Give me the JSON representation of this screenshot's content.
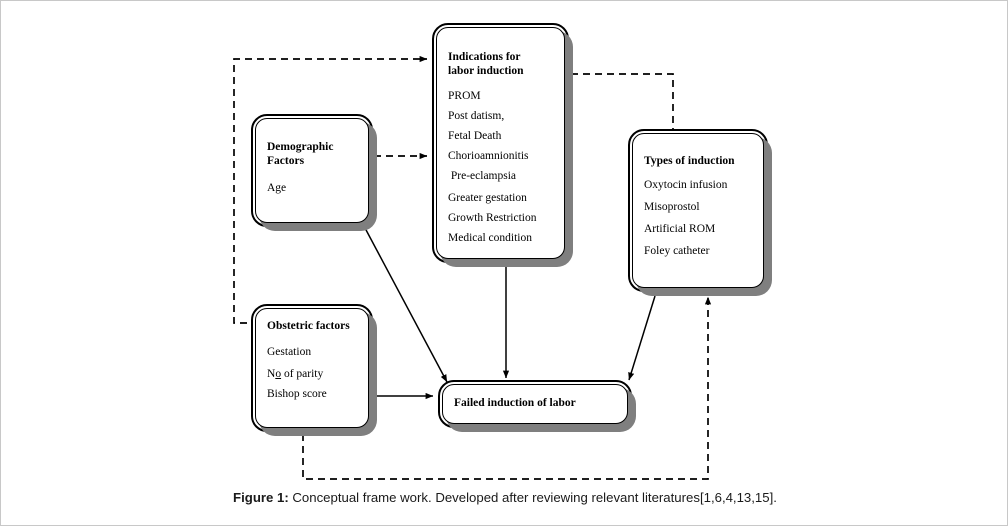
{
  "figure": {
    "caption_label": "Figure 1:",
    "caption_text": " Conceptual frame work. Developed after reviewing relevant literatures[1,6,4,13,15]."
  },
  "nodes": {
    "indications": {
      "title": "Indications for\nlabor induction",
      "items": [
        "PROM",
        "Post datism,",
        "Fetal Death",
        "Chorioamnionitis",
        " Pre-eclampsia",
        "Greater gestation",
        "Growth Restriction",
        "Medical condition"
      ]
    },
    "demographic": {
      "title": "Demographic\nFactors",
      "items": [
        "Age"
      ]
    },
    "types": {
      "title": "Types of induction",
      "items": [
        "Oxytocin infusion",
        "Misoprostol",
        "Artificial ROM",
        "Foley catheter"
      ]
    },
    "obstetric": {
      "title": "Obstetric factors",
      "items_pre": [
        "Gestation"
      ],
      "parity_prefix": "N",
      "parity_underline": "o",
      "parity_suffix": " of parity",
      "items_post": [
        "Bishop score"
      ]
    },
    "failed": {
      "title": "Failed induction of labor"
    }
  },
  "colors": {
    "stroke": "#000000",
    "shadow": "#7f7f7f",
    "page_border": "#c8c8c8",
    "background": "#ffffff"
  },
  "connectors": [
    {
      "name": "obstetric-to-indications",
      "style": "dashed",
      "arrow": "end"
    },
    {
      "name": "demographic-to-indications",
      "style": "dashed",
      "arrow": "end"
    },
    {
      "name": "indications-to-types",
      "style": "dashed",
      "arrow": "none"
    },
    {
      "name": "obstetric-to-types",
      "style": "dashed",
      "arrow": "end"
    },
    {
      "name": "demographic-to-failed",
      "style": "solid",
      "arrow": "end"
    },
    {
      "name": "indications-to-failed",
      "style": "solid",
      "arrow": "end"
    },
    {
      "name": "obstetric-to-failed",
      "style": "solid",
      "arrow": "end"
    },
    {
      "name": "types-to-failed",
      "style": "solid",
      "arrow": "end"
    }
  ]
}
